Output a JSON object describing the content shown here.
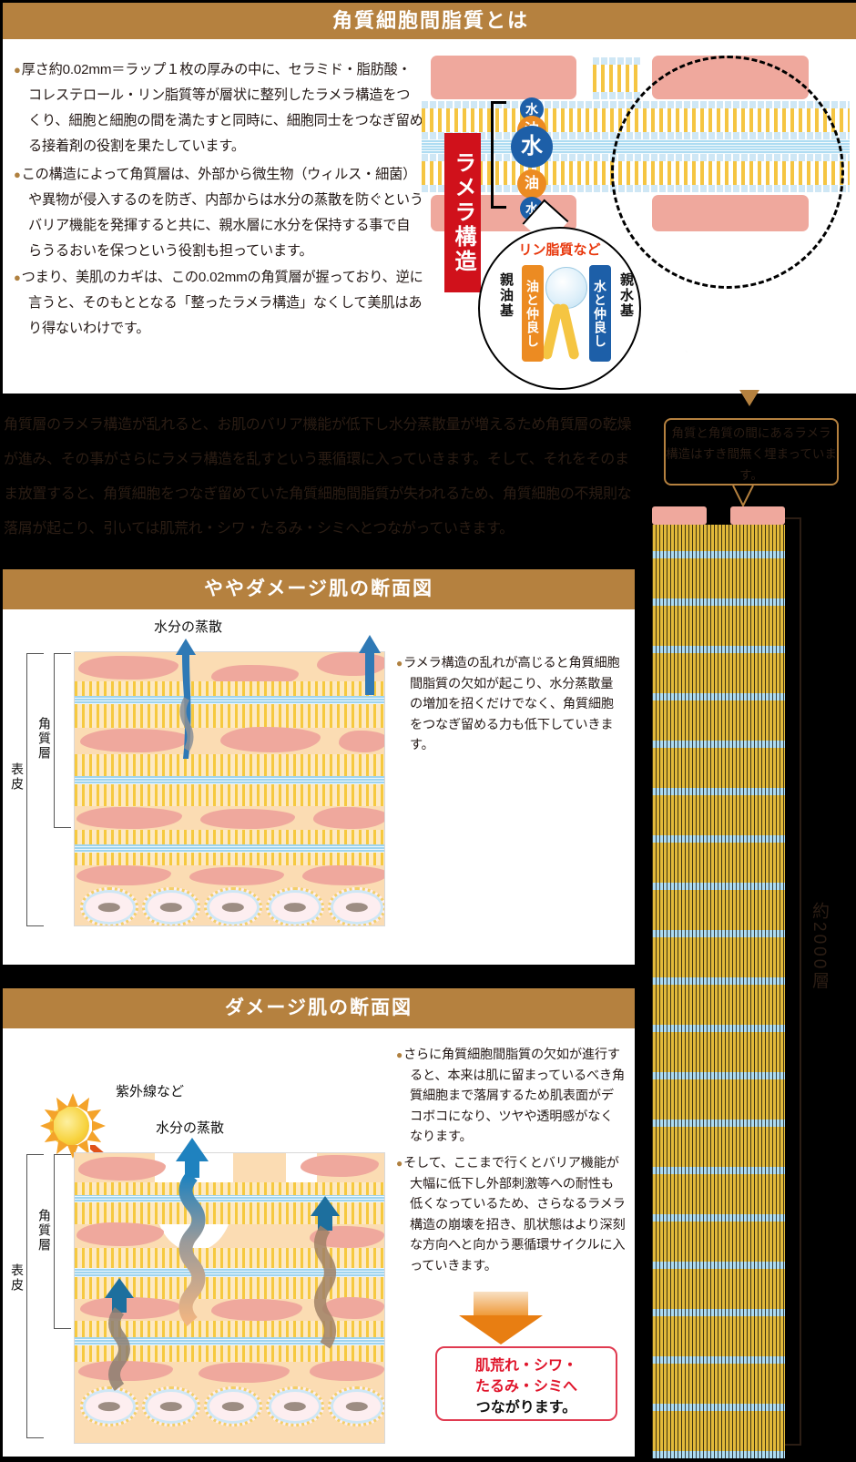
{
  "top": {
    "title": "角質細胞間脂質とは",
    "paragraphs": [
      "厚さ約0.02mm＝ラップ１枚の厚みの中に、セラミド・脂肪酸・コレステロール・リン脂質等が層状に整列したラメラ構造をつくり、細胞と細胞の間を満たすと同時に、細胞同士をつなぎ留める接着剤の役割を果たしています。",
      "この構造によって角質層は、外部から微生物（ウィルス・細菌）や異物が侵入するのを防ぎ、内部からは水分の蒸散を防ぐというバリア機能を発揮すると共に、親水層に水分を保持する事で自らうるおいを保つという役割も担っています。",
      "つまり、美肌のカギは、この0.02mmの角質層が握っており、逆に言うと、そのもととなる「整ったラメラ構造」なくして美肌はあり得ないわけです。"
    ],
    "lamella_tag": "ラメラ構造",
    "layer_labels": [
      "水",
      "油",
      "水",
      "油",
      "水"
    ],
    "phospholipid_label": "リン脂質など",
    "lipophilic_group": "親油基",
    "lipophilic_affinity": "油と仲良し",
    "hydrophilic_group": "親水基",
    "hydrophilic_affinity": "水と仲良し"
  },
  "running_text": "角質層のラメラ構造が乱れると、お肌のバリア機能が低下し水分蒸散量が増えるため角質層の乾燥が進み、その事がさらにラメラ構造を乱すという悪循環に入っていきます。そして、それをそのまま放置すると、角質細胞をつなぎ留めていた角質細胞間脂質が失われるため、角質細胞の不規則な落屑が起こり、引いては肌荒れ・シワ・たるみ・シミへとつながっていきます。",
  "right_column": {
    "callout": "角質と角質の間にあるラメラ構造はすき間無く埋まっています。",
    "scale_label": "約2000層"
  },
  "section2": {
    "title": "ややダメージ肌の断面図",
    "evaporation_label": "水分の蒸散",
    "stratum_label": "角質層",
    "epidermis_label": "表皮",
    "notes": [
      "ラメラ構造の乱れが高じると角質細胞間脂質の欠如が起こり、水分蒸散量の増加を招くだけでなく、角質細胞をつなぎ留める力も低下していきます。"
    ]
  },
  "section3": {
    "title": "ダメージ肌の断面図",
    "uv_label": "紫外線など",
    "evaporation_label": "水分の蒸散",
    "stratum_label": "角質層",
    "epidermis_label": "表皮",
    "notes": [
      "さらに角質細胞間脂質の欠如が進行すると、本来は肌に留まっているべき角質細胞まで落屑するため肌表面がデコボコになり、ツヤや透明感がなくなります。",
      "そして、ここまで行くとバリア機能が大幅に低下し外部刺激等への耐性も低くなっているため、さらなるラメラ構造の崩壊を招き、肌状態はより深刻な方向へと向かう悪循環サイクルに入っていきます。"
    ],
    "result_line1": "肌荒れ・シワ・",
    "result_line2": "たるみ・シミへ",
    "result_line3": "つながります。"
  },
  "colors": {
    "brand_brown": "#b5813f",
    "accent_red": "#d0111b",
    "water_blue": "#1d5fa8",
    "oil_orange": "#ec8b22",
    "corneocyte": "#efa89d",
    "lipid_yellow": "#f5c542",
    "water_band": "#aedcf2"
  }
}
